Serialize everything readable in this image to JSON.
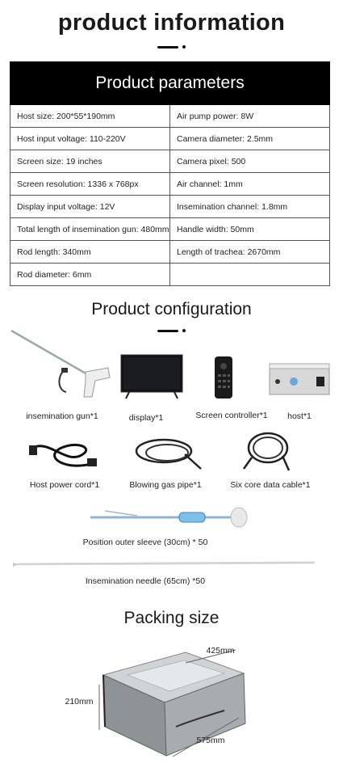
{
  "header": {
    "title": "product information"
  },
  "parameters": {
    "title": "Product parameters",
    "rows": [
      [
        "Host size: 200*55*190mm",
        "Air pump power: 8W"
      ],
      [
        "Host input voltage: 110-220V",
        "Camera diameter: 2.5mm"
      ],
      [
        "Screen size: 19 inches",
        "Camera pixel: 500"
      ],
      [
        "Screen resolution: 1336 x 768px",
        "Air channel: 1mm"
      ],
      [
        "Display input voltage: 12V",
        "Insemination channel: 1.8mm"
      ],
      [
        "Total length of insemination gun: 480mm",
        "Handle width: 50mm"
      ],
      [
        "Rod length: 340mm",
        "Length of trachea: 2670mm"
      ],
      [
        "Rod diameter: 6mm",
        ""
      ]
    ]
  },
  "configuration": {
    "title": "Product configuration",
    "items": {
      "gun": "insemination gun*1",
      "display": "display*1",
      "controller": "Screen controller*1",
      "host": "host*1",
      "power_cord": "Host power cord*1",
      "gas_pipe": "Blowing gas pipe*1",
      "data_cable": "Six core data cable*1",
      "sleeve": "Position outer sleeve (30cm) * 50",
      "needle": "Insemination needle (65cm) *50"
    }
  },
  "packing": {
    "title": "Packing size",
    "width": "425mm",
    "height": "210mm",
    "length": "575mm"
  }
}
